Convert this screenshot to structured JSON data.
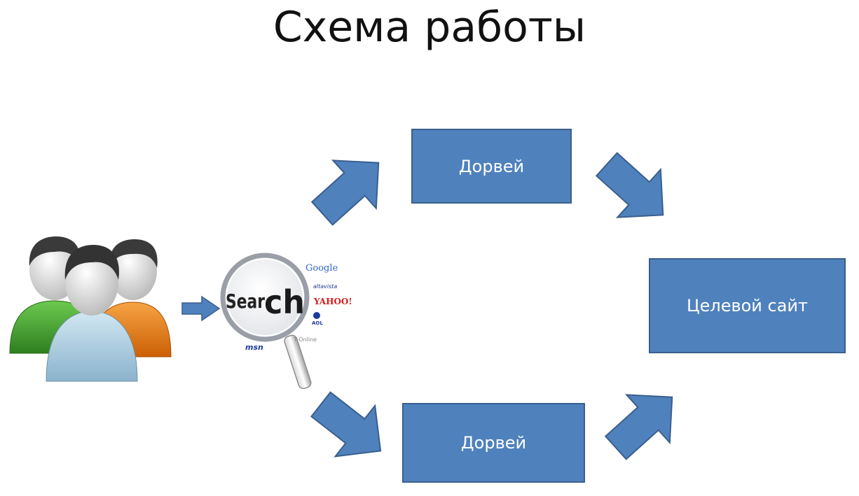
{
  "title": "Схема работы",
  "nodes": {
    "doorway_top": "Дорвей",
    "doorway_bottom": "Дорвей",
    "target_site": "Целевой сайт"
  },
  "search_graphic": {
    "magnifier_text_1": "Sear",
    "magnifier_text_2": "ch",
    "logos": [
      "Google",
      "altavista",
      "YAHOO!",
      "AOL",
      "T-Online",
      "msn"
    ]
  },
  "colors": {
    "box_fill": "#4f81bd",
    "box_border": "#3a5f8d",
    "arrow_fill": "#4f81bd",
    "user_green": "#3f9e2e",
    "user_blue": "#a8cbe0",
    "user_orange": "#e67e15"
  },
  "icons": [
    "users-group-icon",
    "search-engines-icon",
    "arrow-right-icon"
  ]
}
